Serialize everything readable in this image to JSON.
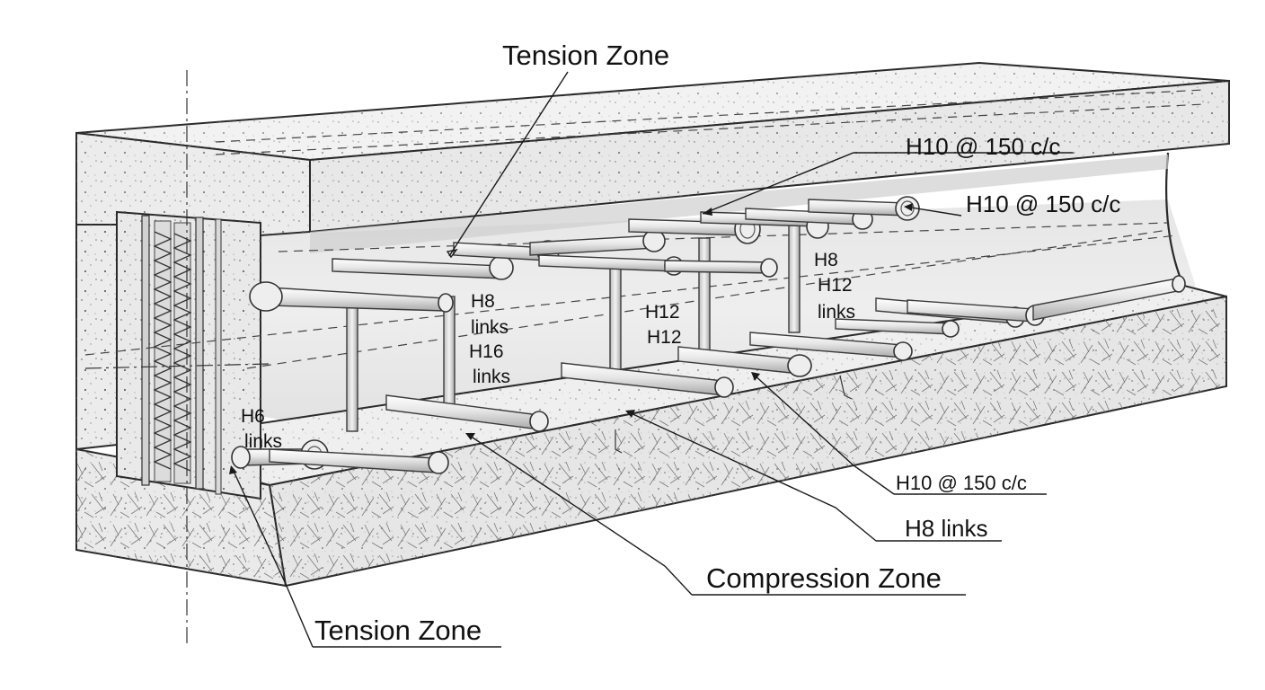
{
  "labels": {
    "tension_zone_top": "Tension Zone",
    "h10_top_1": "H10 @ 150 c/c",
    "h10_top_2": "H10 @ 150 c/c",
    "h8_h12_links_right_1": "H8",
    "h8_h12_links_right_2": "H12",
    "h8_h12_links_right_3": "links",
    "h12_mid_1": "H12",
    "h12_mid_2": "H12",
    "h8_h16_left_1": "H8",
    "h8_h16_left_2": "links",
    "h8_h16_left_3": "H16",
    "h8_h16_left_4": "links",
    "h6_links_1": "H6",
    "h6_links_2": "links",
    "h10_bottom": "H10 @ 150 c/c",
    "h8_links_bottom": "H8 links",
    "compression_zone": "Compression Zone",
    "tension_zone_bottom": "Tension Zone"
  },
  "colors": {
    "concrete_light": "#f1f1f1",
    "concrete_face": "#e4e4e4",
    "concrete_shade": "#d6d6d6",
    "rebar": "#e9e9e9",
    "ink": "#1a1a1a"
  }
}
